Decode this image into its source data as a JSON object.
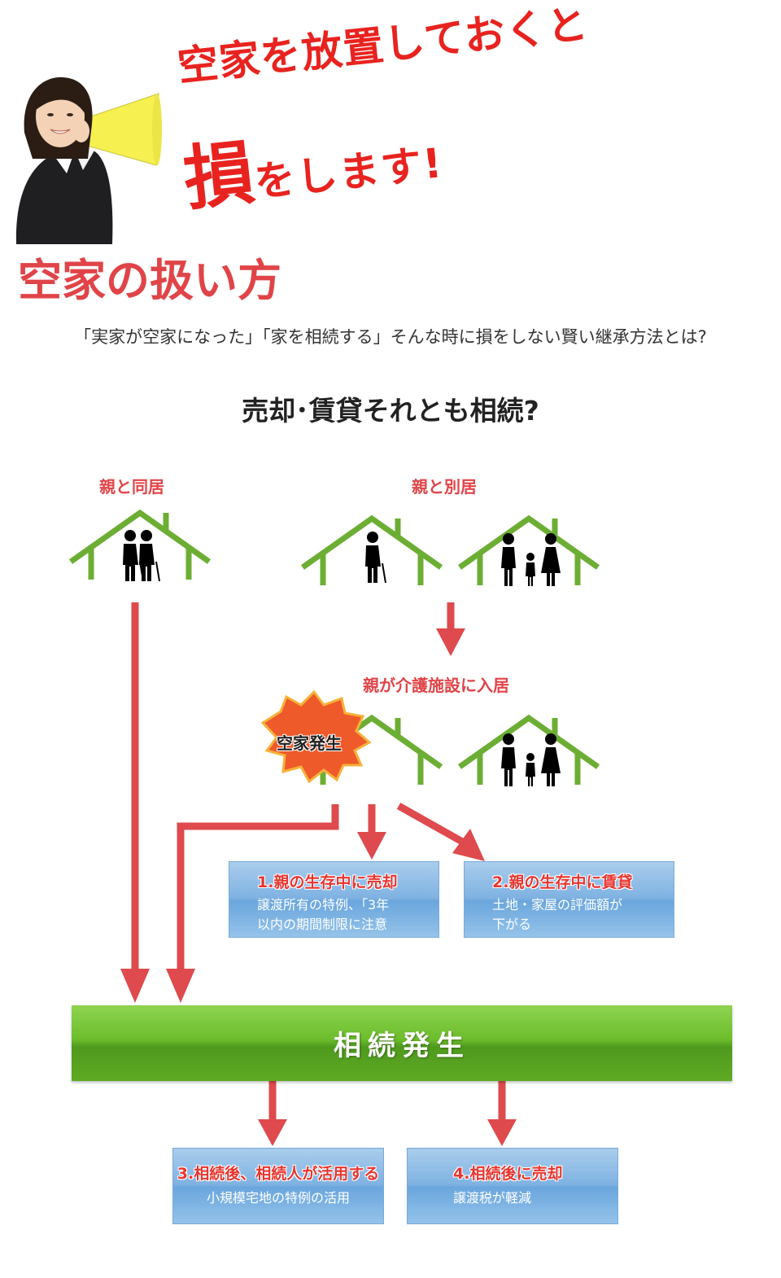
{
  "hero": {
    "headline_line1": "空家を放置しておくと",
    "headline_big": "損",
    "headline_rest": "をします!"
  },
  "section": {
    "title": "空家の扱い方",
    "subtitle": "「実家が空家になった」「家を相続する」そんな時に損をしない賢い継承方法とは?",
    "question": "売却･賃貸それとも相続?"
  },
  "flow": {
    "with_parents": "親と同居",
    "separate_from_parents": "親と別居",
    "parent_enters_care": "親が介護施設に入居",
    "vacancy_badge": "空家発生",
    "inheritance": "相続発生",
    "options": [
      {
        "title": "1.親の生存中に売却",
        "line1": "譲渡所有の特例、「3年",
        "line2": "以内の期間制限に注意"
      },
      {
        "title": "2.親の生存中に賃貸",
        "line1": "土地・家屋の評価額が",
        "line2": "下がる"
      },
      {
        "title": "3.相続後、相続人が活用する",
        "line1": "小規模宅地の特例の活用"
      },
      {
        "title": "4.相続後に売却",
        "line1": "譲渡税が軽減"
      }
    ]
  },
  "colors": {
    "accent_red": "#e04448",
    "roof_green": "#6cae34",
    "box_blue": "#7fb2e2",
    "bar_green": "#5eaa22"
  }
}
